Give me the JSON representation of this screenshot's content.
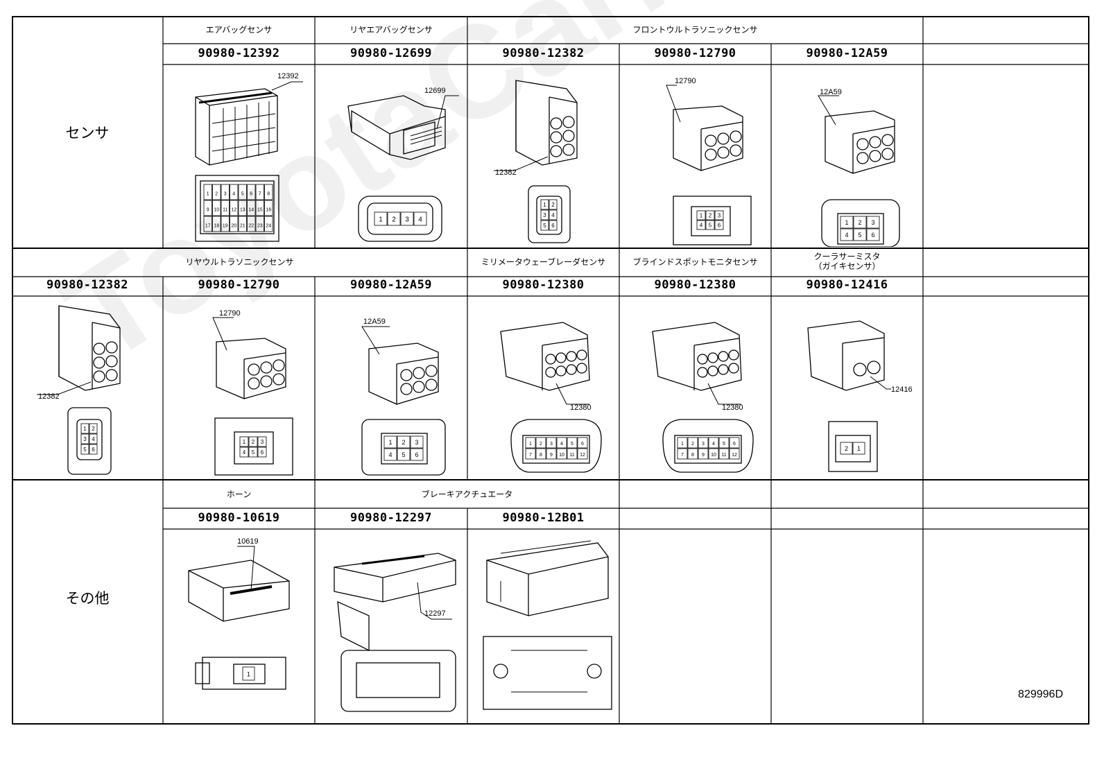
{
  "watermark": "ToyotaCarManual.ru",
  "doc_id": "829996D",
  "rows": [
    {
      "label": "センサ",
      "cells": [
        {
          "name": "エアバッグセンサ",
          "pn": "90980-12392",
          "callout": "12392",
          "pins": [
            "1",
            "2",
            "3",
            "4",
            "5",
            "6",
            "7",
            "8",
            "9",
            "10",
            "11",
            "12",
            "13",
            "14",
            "15",
            "16",
            "17",
            "18",
            "19",
            "20",
            "21",
            "22",
            "23",
            "24"
          ]
        },
        {
          "name": "リヤエアバッグセンサ",
          "pn": "90980-12699",
          "callout": "12699",
          "pins": [
            "1",
            "2",
            "3",
            "4"
          ]
        },
        {
          "name": "フロントウルトラソニックセンサ",
          "pn": "90980-12382",
          "callout": "12382",
          "pins": [
            "1",
            "2",
            "3",
            "4",
            "5",
            "6"
          ]
        },
        {
          "name": "",
          "pn": "90980-12790",
          "callout": "12790",
          "pins": [
            "1",
            "2",
            "3",
            "4",
            "5",
            "6"
          ]
        },
        {
          "name": "",
          "pn": "90980-12A59",
          "callout": "12A59",
          "pins": [
            "1",
            "2",
            "3",
            "4",
            "5",
            "6"
          ]
        }
      ]
    },
    {
      "label": "",
      "cells": [
        {
          "name": "リヤウルトラソニックセンサ",
          "pn": "90980-12382",
          "callout": "12382",
          "pins": [
            "1",
            "2",
            "3",
            "4",
            "5",
            "6"
          ]
        },
        {
          "name": "",
          "pn": "90980-12790",
          "callout": "12790",
          "pins": [
            "1",
            "2",
            "3",
            "4",
            "5",
            "6"
          ]
        },
        {
          "name": "",
          "pn": "90980-12A59",
          "callout": "12A59",
          "pins": [
            "1",
            "2",
            "3",
            "4",
            "5",
            "6"
          ]
        },
        {
          "name": "ミリメータウェーブレーダセンサ",
          "pn": "90980-12380",
          "callout": "12380",
          "pins": [
            "1",
            "2",
            "3",
            "4",
            "5",
            "6",
            "7",
            "8",
            "9",
            "10",
            "11",
            "12"
          ]
        },
        {
          "name": "ブラインドスポットモニタセンサ",
          "pn": "90980-12380",
          "callout": "12380",
          "pins": [
            "1",
            "2",
            "3",
            "4",
            "5",
            "6",
            "7",
            "8",
            "9",
            "10",
            "11",
            "12"
          ]
        },
        {
          "name": "クーラサーミスタ\n（ガイキセンサ）",
          "pn": "90980-12416",
          "callout": "12416",
          "pins": [
            "2",
            "1"
          ]
        }
      ]
    },
    {
      "label": "その他",
      "cells": [
        {
          "name": "ホーン",
          "pn": "90980-10619",
          "callout": "10619",
          "pins": [
            "1"
          ]
        },
        {
          "name": "ブレーキアクチュエータ",
          "pn": "90980-12297",
          "callout": "12297",
          "pins": []
        },
        {
          "name": "",
          "pn": "90980-12B01",
          "callout": "",
          "pins": []
        }
      ]
    }
  ]
}
